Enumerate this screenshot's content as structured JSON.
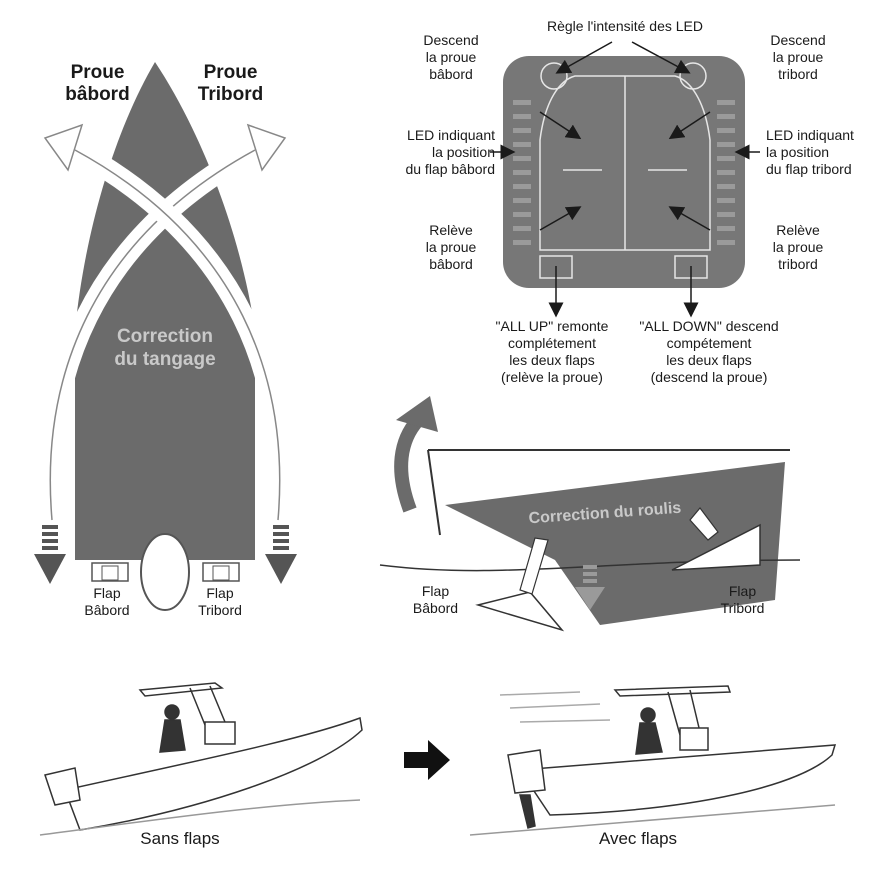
{
  "pitch": {
    "port_bow": "Proue\nbâbord",
    "stbd_bow": "Proue\nTribord",
    "center_text": "Correction\ndu tangage",
    "flap_port": "Flap\nBâbord",
    "flap_stbd": "Flap\nTribord"
  },
  "panel": {
    "led_intensity": "Règle l'intensité des LED",
    "desc_port": "Descend\nla proue\nbâbord",
    "desc_stbd": "Descend\nla proue\ntribord",
    "led_port": "LED indiquant\nla position\ndu flap bâbord",
    "led_stbd": "LED indiquant\nla position\ndu flap tribord",
    "raise_port": "Relève\nla proue\nbâbord",
    "raise_stbd": "Relève\nla proue\ntribord",
    "all_up": "\"ALL UP\" remonte\ncomplétement\nles deux flaps\n(relève la proue)",
    "all_down": "\"ALL DOWN\" descend\ncompétement\nles deux flaps\n(descend la proue)"
  },
  "roll": {
    "title": "Correction du roulis",
    "flap_port": "Flap\nBâbord",
    "flap_stbd": "Flap\nTribord"
  },
  "bottom": {
    "without": "Sans flaps",
    "with": "Avec flaps"
  },
  "colors": {
    "hull": "#6b6b6b",
    "panel": "#777777",
    "text_light": "#c9c9c9"
  }
}
